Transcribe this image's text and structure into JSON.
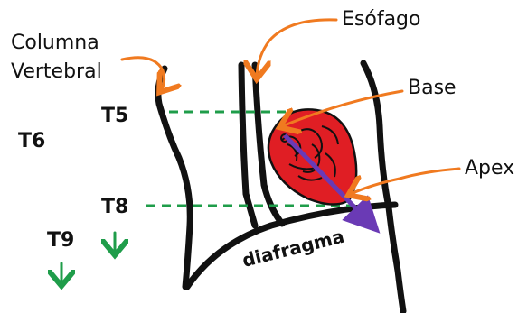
{
  "labels": {
    "columna_line1": "Columna",
    "columna_line2": "Vertebral",
    "esofago": "Esófago",
    "base": "Base",
    "apex": "Apex",
    "t5": "T5",
    "t6": "T6",
    "t8": "T8",
    "t9": "T9",
    "diafragma": "diafragma"
  },
  "colors": {
    "outline": "#111111",
    "annotation": "#f07a20",
    "level_line": "#1f9d4a",
    "heart_fill": "#e01e24",
    "axis_arrow": "#6a3ab5"
  }
}
